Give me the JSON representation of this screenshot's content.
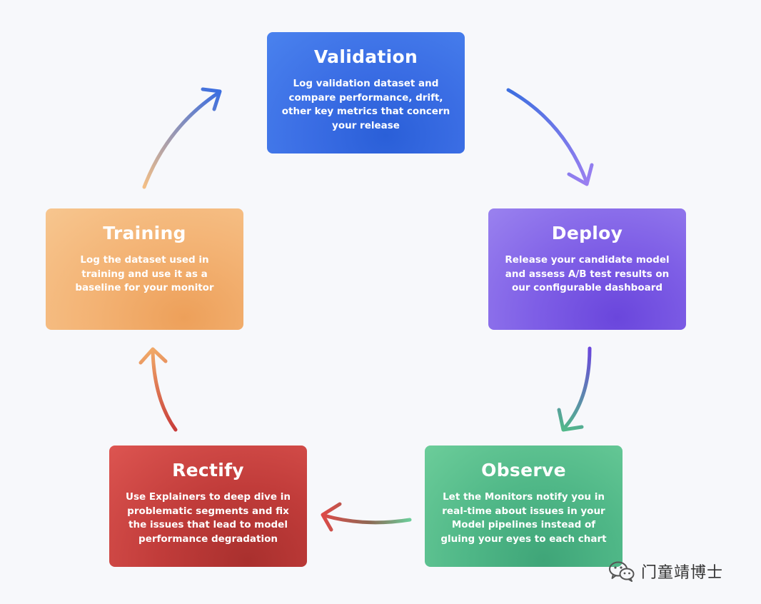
{
  "cards": {
    "validation": {
      "title": "Validation",
      "description": "Log validation dataset and compare performance, drift, other key metrics that concern your release"
    },
    "deploy": {
      "title": "Deploy",
      "description": "Release your candidate model and assess A/B test results on our configurable dashboard"
    },
    "observe": {
      "title": "Observe",
      "description": "Let the Monitors notify you in real-time about issues in your Model pipelines instead of gluing your eyes to each chart"
    },
    "rectify": {
      "title": "Rectify",
      "description": "Use Explainers to deep dive in problematic segments and fix the issues that lead to model performance degradation"
    },
    "training": {
      "title": "Training",
      "description": "Log the dataset used in training and use it as a baseline for your monitor"
    }
  },
  "colors": {
    "validation": "#3a6de4",
    "deploy": "#7e5ee6",
    "observe": "#4fb787",
    "rectify": "#c13c3a",
    "training": "#f3b273",
    "background": "#f7f8fb"
  },
  "arrows": [
    {
      "from": "validation",
      "to": "deploy"
    },
    {
      "from": "deploy",
      "to": "observe"
    },
    {
      "from": "observe",
      "to": "rectify"
    },
    {
      "from": "rectify",
      "to": "training"
    },
    {
      "from": "training",
      "to": "validation"
    }
  ],
  "watermark": {
    "text": "门童靖博士",
    "icon": "wechat-icon"
  }
}
